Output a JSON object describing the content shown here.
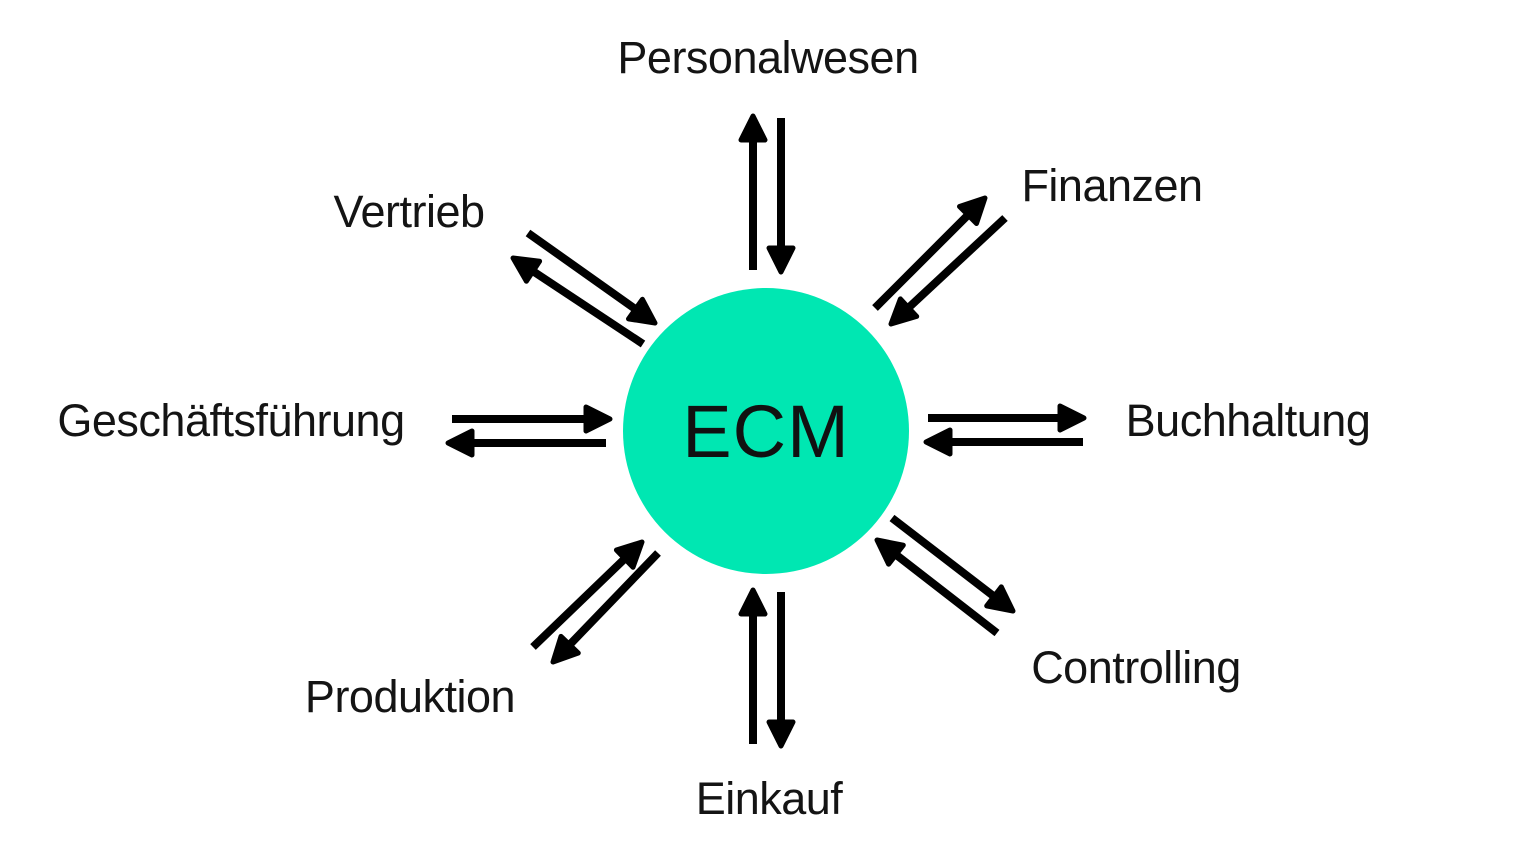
{
  "diagram": {
    "type": "hub-and-spoke",
    "background_color": "#ffffff",
    "arrow_color": "#000000",
    "connection_style": "double-arrow-bidirectional",
    "center": {
      "label": "ECM",
      "fill_color": "#00e7b2",
      "label_color": "#111111",
      "shape": "circle"
    },
    "nodes": [
      {
        "id": "personalwesen",
        "label": "Personalwesen",
        "position": "top"
      },
      {
        "id": "finanzen",
        "label": "Finanzen",
        "position": "top-right"
      },
      {
        "id": "buchhaltung",
        "label": "Buchhaltung",
        "position": "right"
      },
      {
        "id": "controlling",
        "label": "Controlling",
        "position": "bottom-right"
      },
      {
        "id": "einkauf",
        "label": "Einkauf",
        "position": "bottom"
      },
      {
        "id": "produktion",
        "label": "Produktion",
        "position": "bottom-left"
      },
      {
        "id": "geschaeftsfuehrung",
        "label": "Geschäftsführung",
        "position": "left"
      },
      {
        "id": "vertrieb",
        "label": "Vertrieb",
        "position": "top-left"
      }
    ],
    "connections": [
      {
        "from": "Personalwesen",
        "to": "ECM",
        "direction": "bidirectional"
      },
      {
        "from": "Finanzen",
        "to": "ECM",
        "direction": "bidirectional"
      },
      {
        "from": "Buchhaltung",
        "to": "ECM",
        "direction": "bidirectional"
      },
      {
        "from": "Controlling",
        "to": "ECM",
        "direction": "bidirectional"
      },
      {
        "from": "Einkauf",
        "to": "ECM",
        "direction": "bidirectional"
      },
      {
        "from": "Produktion",
        "to": "ECM",
        "direction": "bidirectional"
      },
      {
        "from": "Geschäftsführung",
        "to": "ECM",
        "direction": "bidirectional"
      },
      {
        "from": "Vertrieb",
        "to": "ECM",
        "direction": "bidirectional"
      }
    ]
  }
}
